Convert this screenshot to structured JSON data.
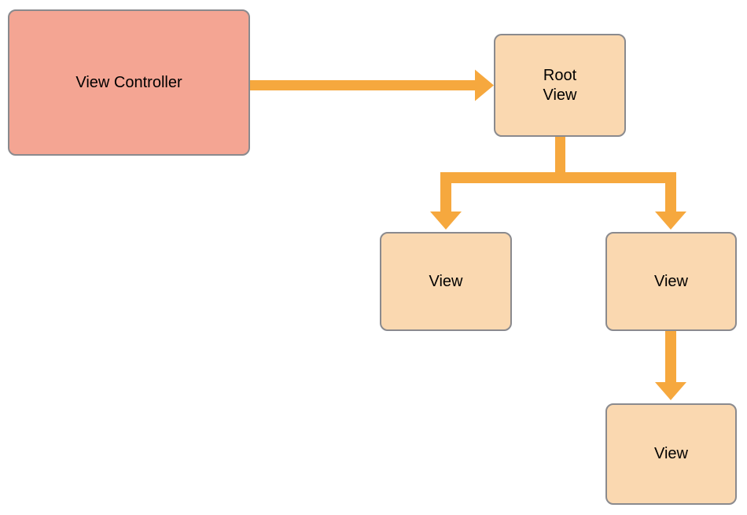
{
  "diagram": {
    "nodes": {
      "view_controller": {
        "label": "View Controller"
      },
      "root_view": {
        "label": "Root\nView"
      },
      "view_left": {
        "label": "View"
      },
      "view_right": {
        "label": "View"
      },
      "view_bottom": {
        "label": "View"
      }
    },
    "edges": [
      {
        "from": "view_controller",
        "to": "root_view",
        "type": "arrow"
      },
      {
        "from": "root_view",
        "to": "view_left",
        "type": "arrow"
      },
      {
        "from": "root_view",
        "to": "view_right",
        "type": "arrow"
      },
      {
        "from": "view_right",
        "to": "view_bottom",
        "type": "arrow"
      }
    ]
  },
  "colors": {
    "controller_fill": "#F4A593",
    "view_fill": "#FAD8B0",
    "node_border": "#8A8A8E",
    "arrow": "#F6A83E",
    "canvas_bg": "#FFFFFF",
    "text": "#000000"
  }
}
